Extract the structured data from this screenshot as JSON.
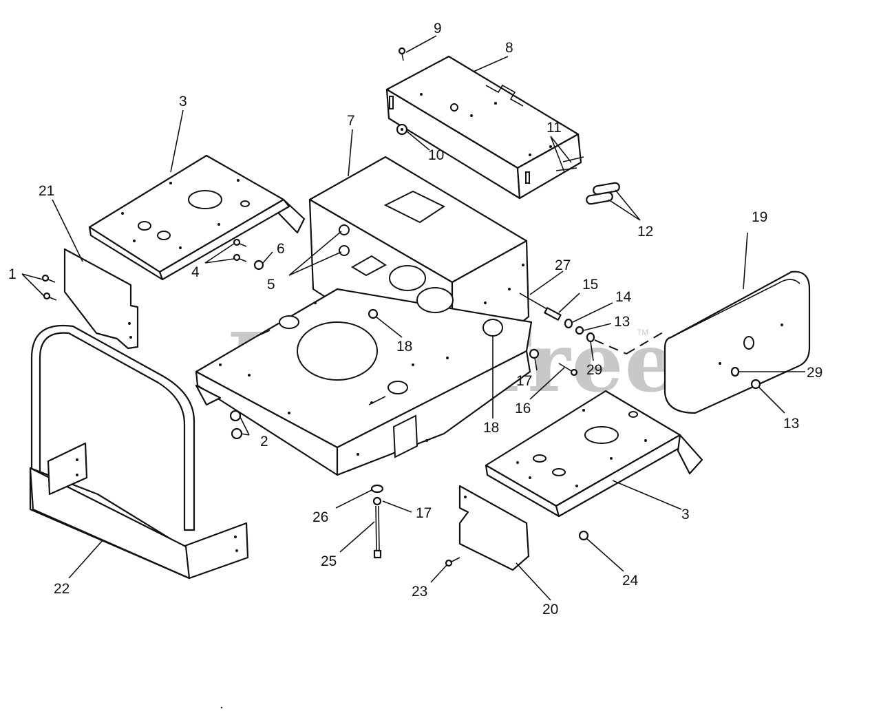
{
  "watermark": {
    "text": "PartsTree",
    "trademark": "TM"
  },
  "callouts": {
    "c1": "1",
    "c2": "2",
    "c3a": "3",
    "c3b": "3",
    "c4": "4",
    "c5": "5",
    "c6": "6",
    "c7": "7",
    "c8": "8",
    "c9": "9",
    "c10": "10",
    "c11": "11",
    "c12": "12",
    "c13a": "13",
    "c13b": "13",
    "c14": "14",
    "c15": "15",
    "c16": "16",
    "c17a": "17",
    "c17b": "17",
    "c18a": "18",
    "c18b": "18",
    "c19": "19",
    "c20": "20",
    "c21": "21",
    "c22": "22",
    "c23": "23",
    "c24": "24",
    "c25": "25",
    "c26": "26",
    "c27": "27",
    "c29a": "29",
    "c29b": "29"
  }
}
